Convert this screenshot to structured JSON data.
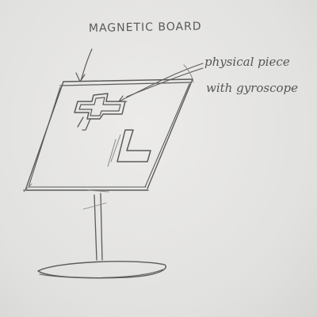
{
  "diagram": {
    "title": "MAGNETIC BOARD",
    "label_line1": "physical piece",
    "label_line2": "with gyroscope"
  },
  "colors": {
    "paper": "#e4e4e2",
    "pencil": "#5b5b5b"
  }
}
